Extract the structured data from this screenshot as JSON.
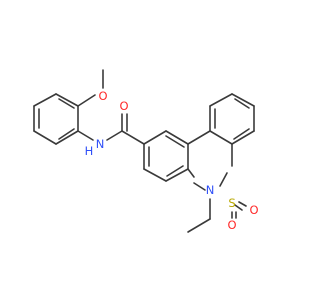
{
  "molecule": {
    "colors": {
      "bond": "#3a3a3a",
      "oxygen": "#ff2a2a",
      "nitrogen": "#3050f8",
      "sulfur": "#b8a800",
      "background": "#ffffff"
    },
    "labels": {
      "methoxy_o": "O",
      "carbonyl_o": "O",
      "amide_n": "N",
      "amide_h": "H",
      "ring_n": "N",
      "sulfur": "S",
      "sulfonyl_o1": "O",
      "sulfonyl_o2": "O"
    }
  }
}
